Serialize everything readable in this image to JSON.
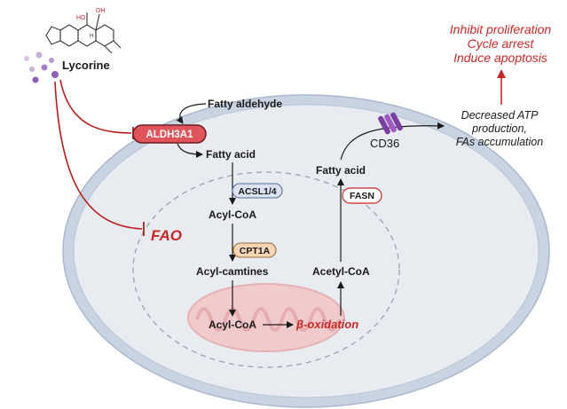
{
  "compound": {
    "name": "Lycorine",
    "mol_labels": {
      "ho": "HO",
      "oh": "OH",
      "h": "H"
    }
  },
  "enzymes": {
    "aldh3a1": "ALDH3A1",
    "acsl": "ACSL1/4",
    "cpt1a": "CPT1A",
    "fasn": "FASN",
    "cd36": "CD36"
  },
  "metabolites": {
    "fatty_aldehyde": "Fatty aldehyde",
    "fatty_acid_left": "Fatty acid",
    "acyl_coa_top": "Acyl-CoA",
    "acyl_camtines": "Acyl-camtines",
    "acyl_coa_bottom": "Acyl-CoA",
    "beta_oxidation": "β-oxidation",
    "acetyl_coa": "Acetyl-CoA",
    "fatty_acid_right": "Fatty acid"
  },
  "fao": "FAO",
  "outcome": [
    "Decreased ATP",
    "production,",
    "FAs accumulation"
  ],
  "effects": [
    "Inhibit proliferation",
    "Cycle arrest",
    "Induce apoptosis"
  ],
  "colors": {
    "inhibit_red": "#b71c1c",
    "text_red": "#c62828",
    "cell_fill": "#e6e9ee",
    "membrane": "#bfcbd9",
    "aldh_fill": "#e0545c",
    "acsl_fill": "#dbe3f3",
    "cpt1a_fill": "#f6d6b4",
    "fasn_fill": "#ffffff",
    "cd36": "#7a3fa0",
    "mito": "#f2c9c9"
  }
}
